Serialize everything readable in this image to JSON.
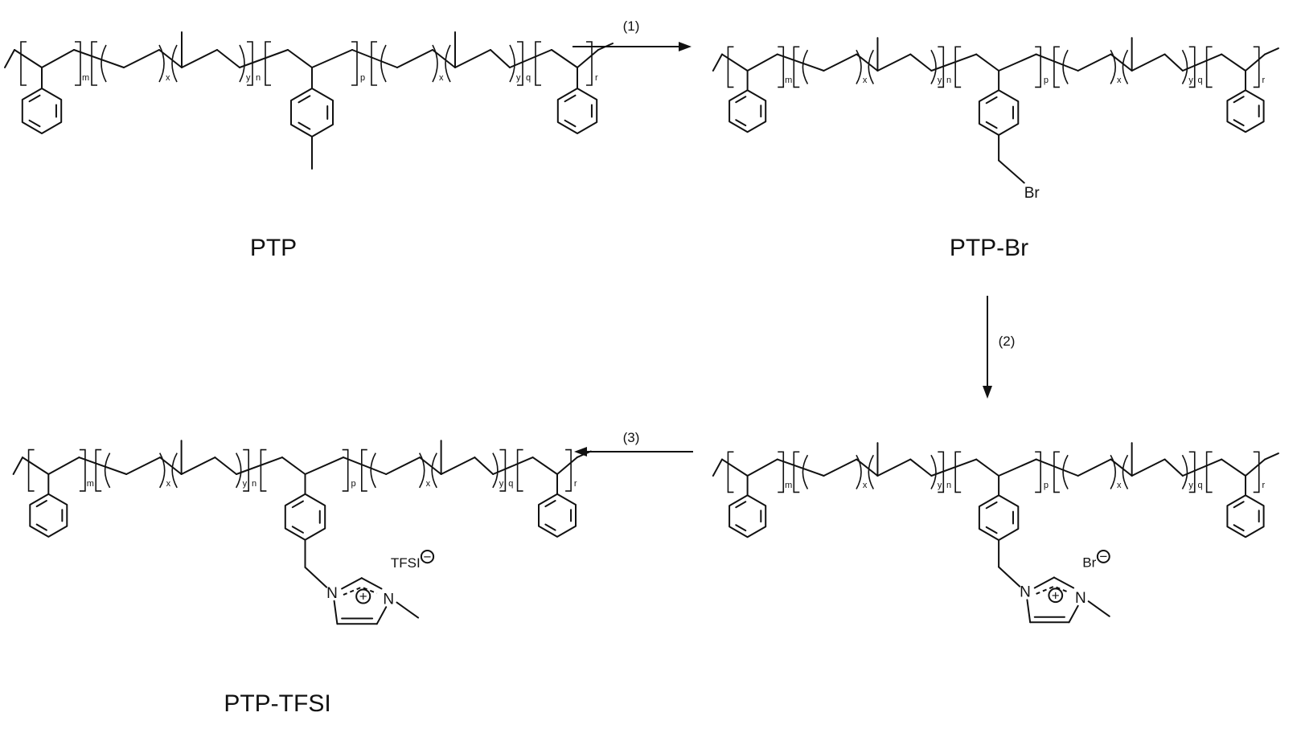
{
  "compounds": {
    "ptp": {
      "label": "PTP"
    },
    "ptp_br": {
      "label": "PTP-Br",
      "atom": "Br"
    },
    "ptp_imbr": {
      "cation_n1": "N",
      "cation_n3": "N",
      "counter_ion": "Br",
      "charge_plus": "+",
      "charge_minus": "−"
    },
    "ptp_tfsi": {
      "label": "PTP-TFSI",
      "cation_n1": "N",
      "cation_n3": "N",
      "counter_ion": "TFSI",
      "charge_plus": "+",
      "charge_minus": "−"
    }
  },
  "chain_subscripts": [
    "m",
    "x",
    "y",
    "n",
    "p",
    "x",
    "y",
    "q",
    "r"
  ],
  "steps": [
    {
      "label": "(1)"
    },
    {
      "label": "(2)"
    },
    {
      "label": "(3)"
    }
  ]
}
